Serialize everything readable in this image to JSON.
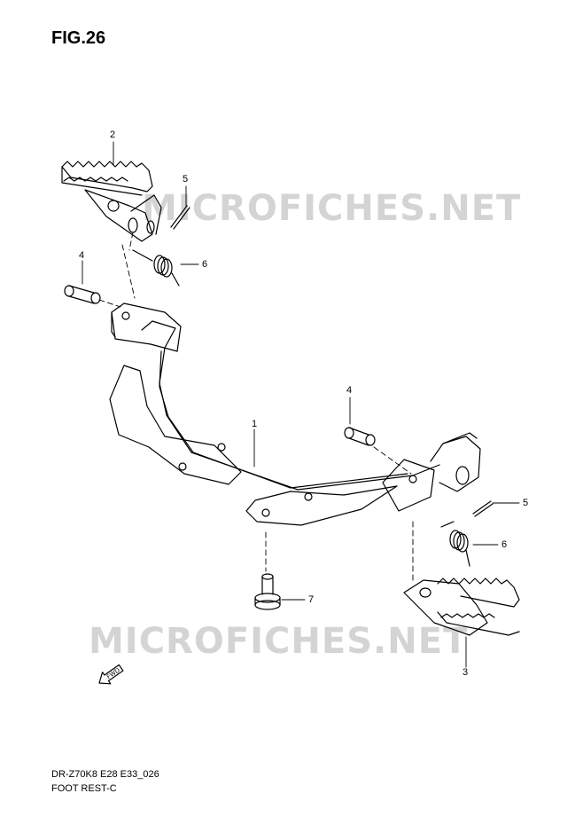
{
  "figure": {
    "title": "FIG.26"
  },
  "watermark": {
    "text": "MICROFICHES.NET"
  },
  "fwd": {
    "label": "FWD"
  },
  "callouts": [
    {
      "id": "c2a",
      "text": "2"
    },
    {
      "id": "c5a",
      "text": "5"
    },
    {
      "id": "c6a",
      "text": "6"
    },
    {
      "id": "c4a",
      "text": "4"
    },
    {
      "id": "c4b",
      "text": "4"
    },
    {
      "id": "c1",
      "text": "1"
    },
    {
      "id": "c5b",
      "text": "5"
    },
    {
      "id": "c6b",
      "text": "6"
    },
    {
      "id": "c7",
      "text": "7"
    },
    {
      "id": "c3",
      "text": "3"
    }
  ],
  "footer": {
    "model_code": "DR-Z70K8 E28 E33_026",
    "caption": "FOOT REST-C"
  }
}
